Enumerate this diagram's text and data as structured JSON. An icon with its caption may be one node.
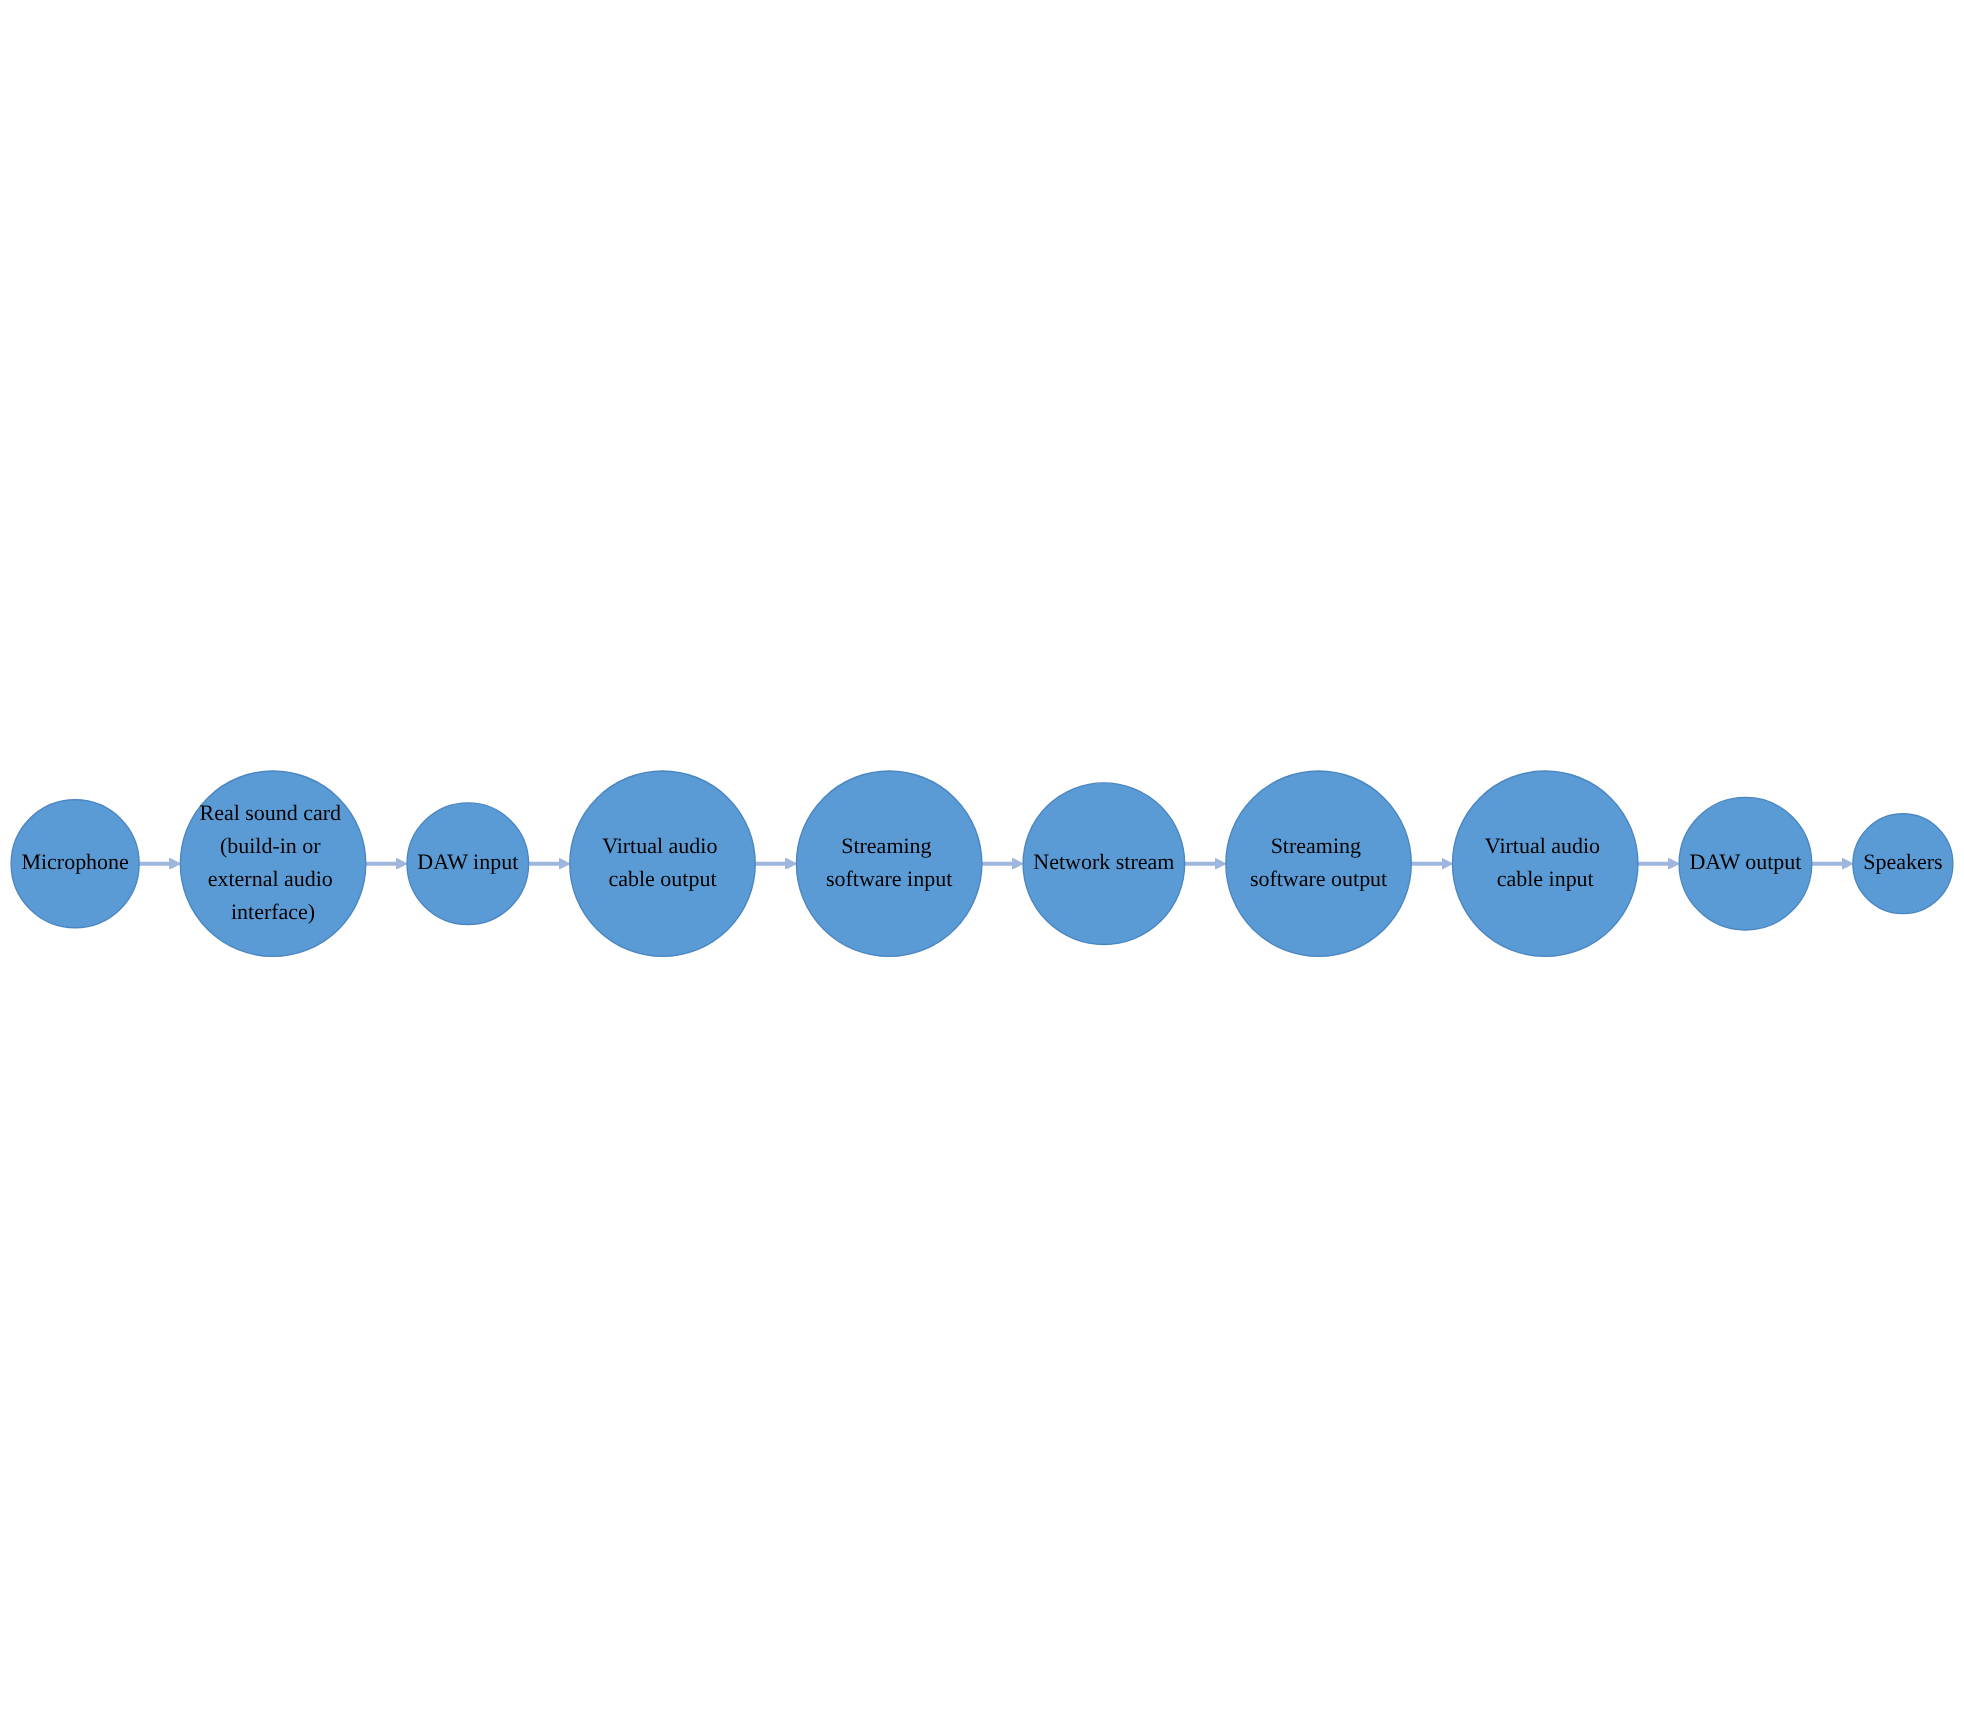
{
  "diagram": {
    "nodes": [
      {
        "text": [
          "Microphone"
        ]
      },
      {
        "text": [
          "Real sound card (build-in or external audio interface)"
        ]
      },
      {
        "text": [
          "DAW input"
        ]
      },
      {
        "text": [
          "Virtual audio cable output"
        ]
      },
      {
        "text": [
          "Streaming software input"
        ]
      },
      {
        "text": [
          "Network stream"
        ]
      },
      {
        "text": [
          "Streaming software output"
        ]
      },
      {
        "text": [
          "Virtual audio cable input"
        ]
      },
      {
        "text": [
          "DAW output"
        ]
      },
      {
        "text": [
          "Speakers"
        ]
      }
    ],
    "edges": [
      {
        "from": 0,
        "to": 1,
        "arrow": "to"
      },
      {
        "from": 1,
        "to": 2,
        "arrow": "to"
      },
      {
        "from": 2,
        "to": 3,
        "arrow": "to"
      },
      {
        "from": 3,
        "to": 4,
        "arrow": "to"
      },
      {
        "from": 4,
        "to": 5,
        "arrow": "to"
      },
      {
        "from": 5,
        "to": 6,
        "arrow": "to"
      },
      {
        "from": 6,
        "to": 7,
        "arrow": "to"
      },
      {
        "from": 7,
        "to": 8,
        "arrow": "to"
      },
      {
        "from": 8,
        "to": 9,
        "arrow": "to"
      }
    ]
  }
}
